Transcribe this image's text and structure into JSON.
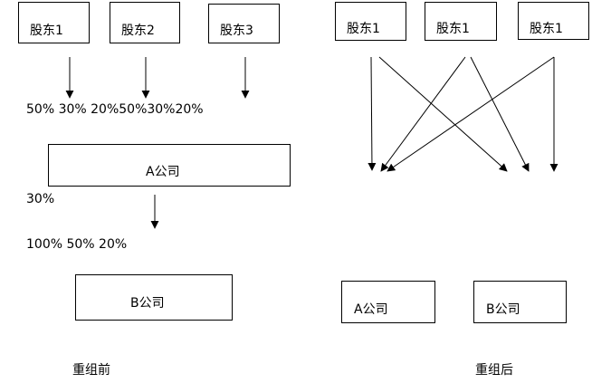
{
  "before": {
    "shareholders": [
      "股东1",
      "股东2",
      "股东3"
    ],
    "pct_row_1": "50% 30% 20%50%30%20%",
    "company_a": "A公司",
    "pct_a": "30%",
    "pct_row_2": "100% 50% 20%",
    "company_b": "B公司",
    "caption": "重组前"
  },
  "after": {
    "shareholders": [
      "股东1",
      "股东1",
      "股东1"
    ],
    "company_a": "A公司",
    "company_b": "B公司",
    "caption": "重组后"
  },
  "colors": {
    "line": "#000000",
    "box_border": "#000000",
    "background": "#ffffff"
  }
}
